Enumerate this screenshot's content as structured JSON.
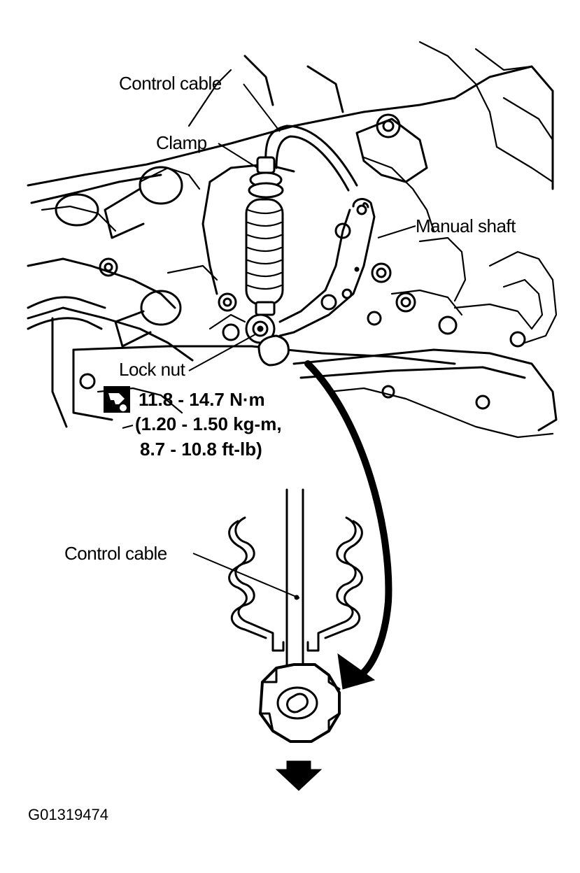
{
  "labels": {
    "control_cable_top": "Control cable",
    "clamp": "Clamp",
    "manual_shaft": "Manual shaft",
    "lock_nut": "Lock nut",
    "control_cable_bottom": "Control cable"
  },
  "torque": {
    "line1": "11.8 - 14.7 N·m",
    "line2": "(1.20 - 1.50 kg-m,",
    "line3": "8.7 - 10.8 ft-lb)",
    "icon": "torque-wrench-icon"
  },
  "figure_id": "G01319474",
  "icons": [
    "torque-wrench-icon",
    "curved-arrow-icon",
    "down-arrow-icon"
  ],
  "colors": {
    "ink": "#000000",
    "paper": "#ffffff"
  }
}
